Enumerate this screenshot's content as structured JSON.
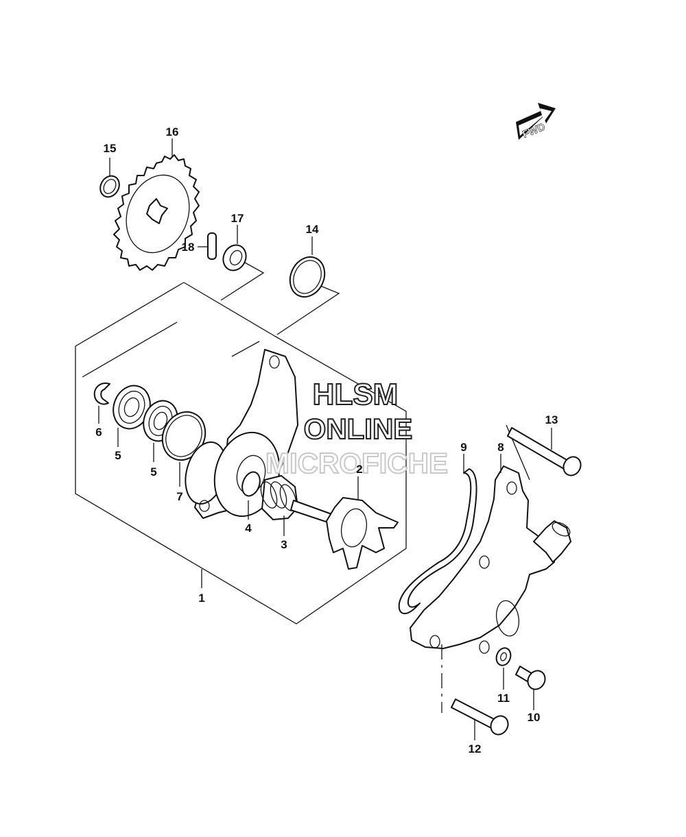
{
  "fwd_label": "FWD",
  "watermark": {
    "line1": "HLSM",
    "line2": "ONLINE",
    "line3": "MICROFICHE"
  },
  "callouts": {
    "c1": "1",
    "c2": "2",
    "c3": "3",
    "c4": "4",
    "c5a": "5",
    "c5b": "5",
    "c6": "6",
    "c7": "7",
    "c8": "8",
    "c9": "9",
    "c10": "10",
    "c11": "11",
    "c12": "12",
    "c13": "13",
    "c14": "14",
    "c15": "15",
    "c16": "16",
    "c17": "17",
    "c18": "18"
  },
  "colors": {
    "ink": "#111111",
    "paper": "#ffffff",
    "watermark_outline": "#222222",
    "watermark_faint": "#c8c8c8"
  }
}
